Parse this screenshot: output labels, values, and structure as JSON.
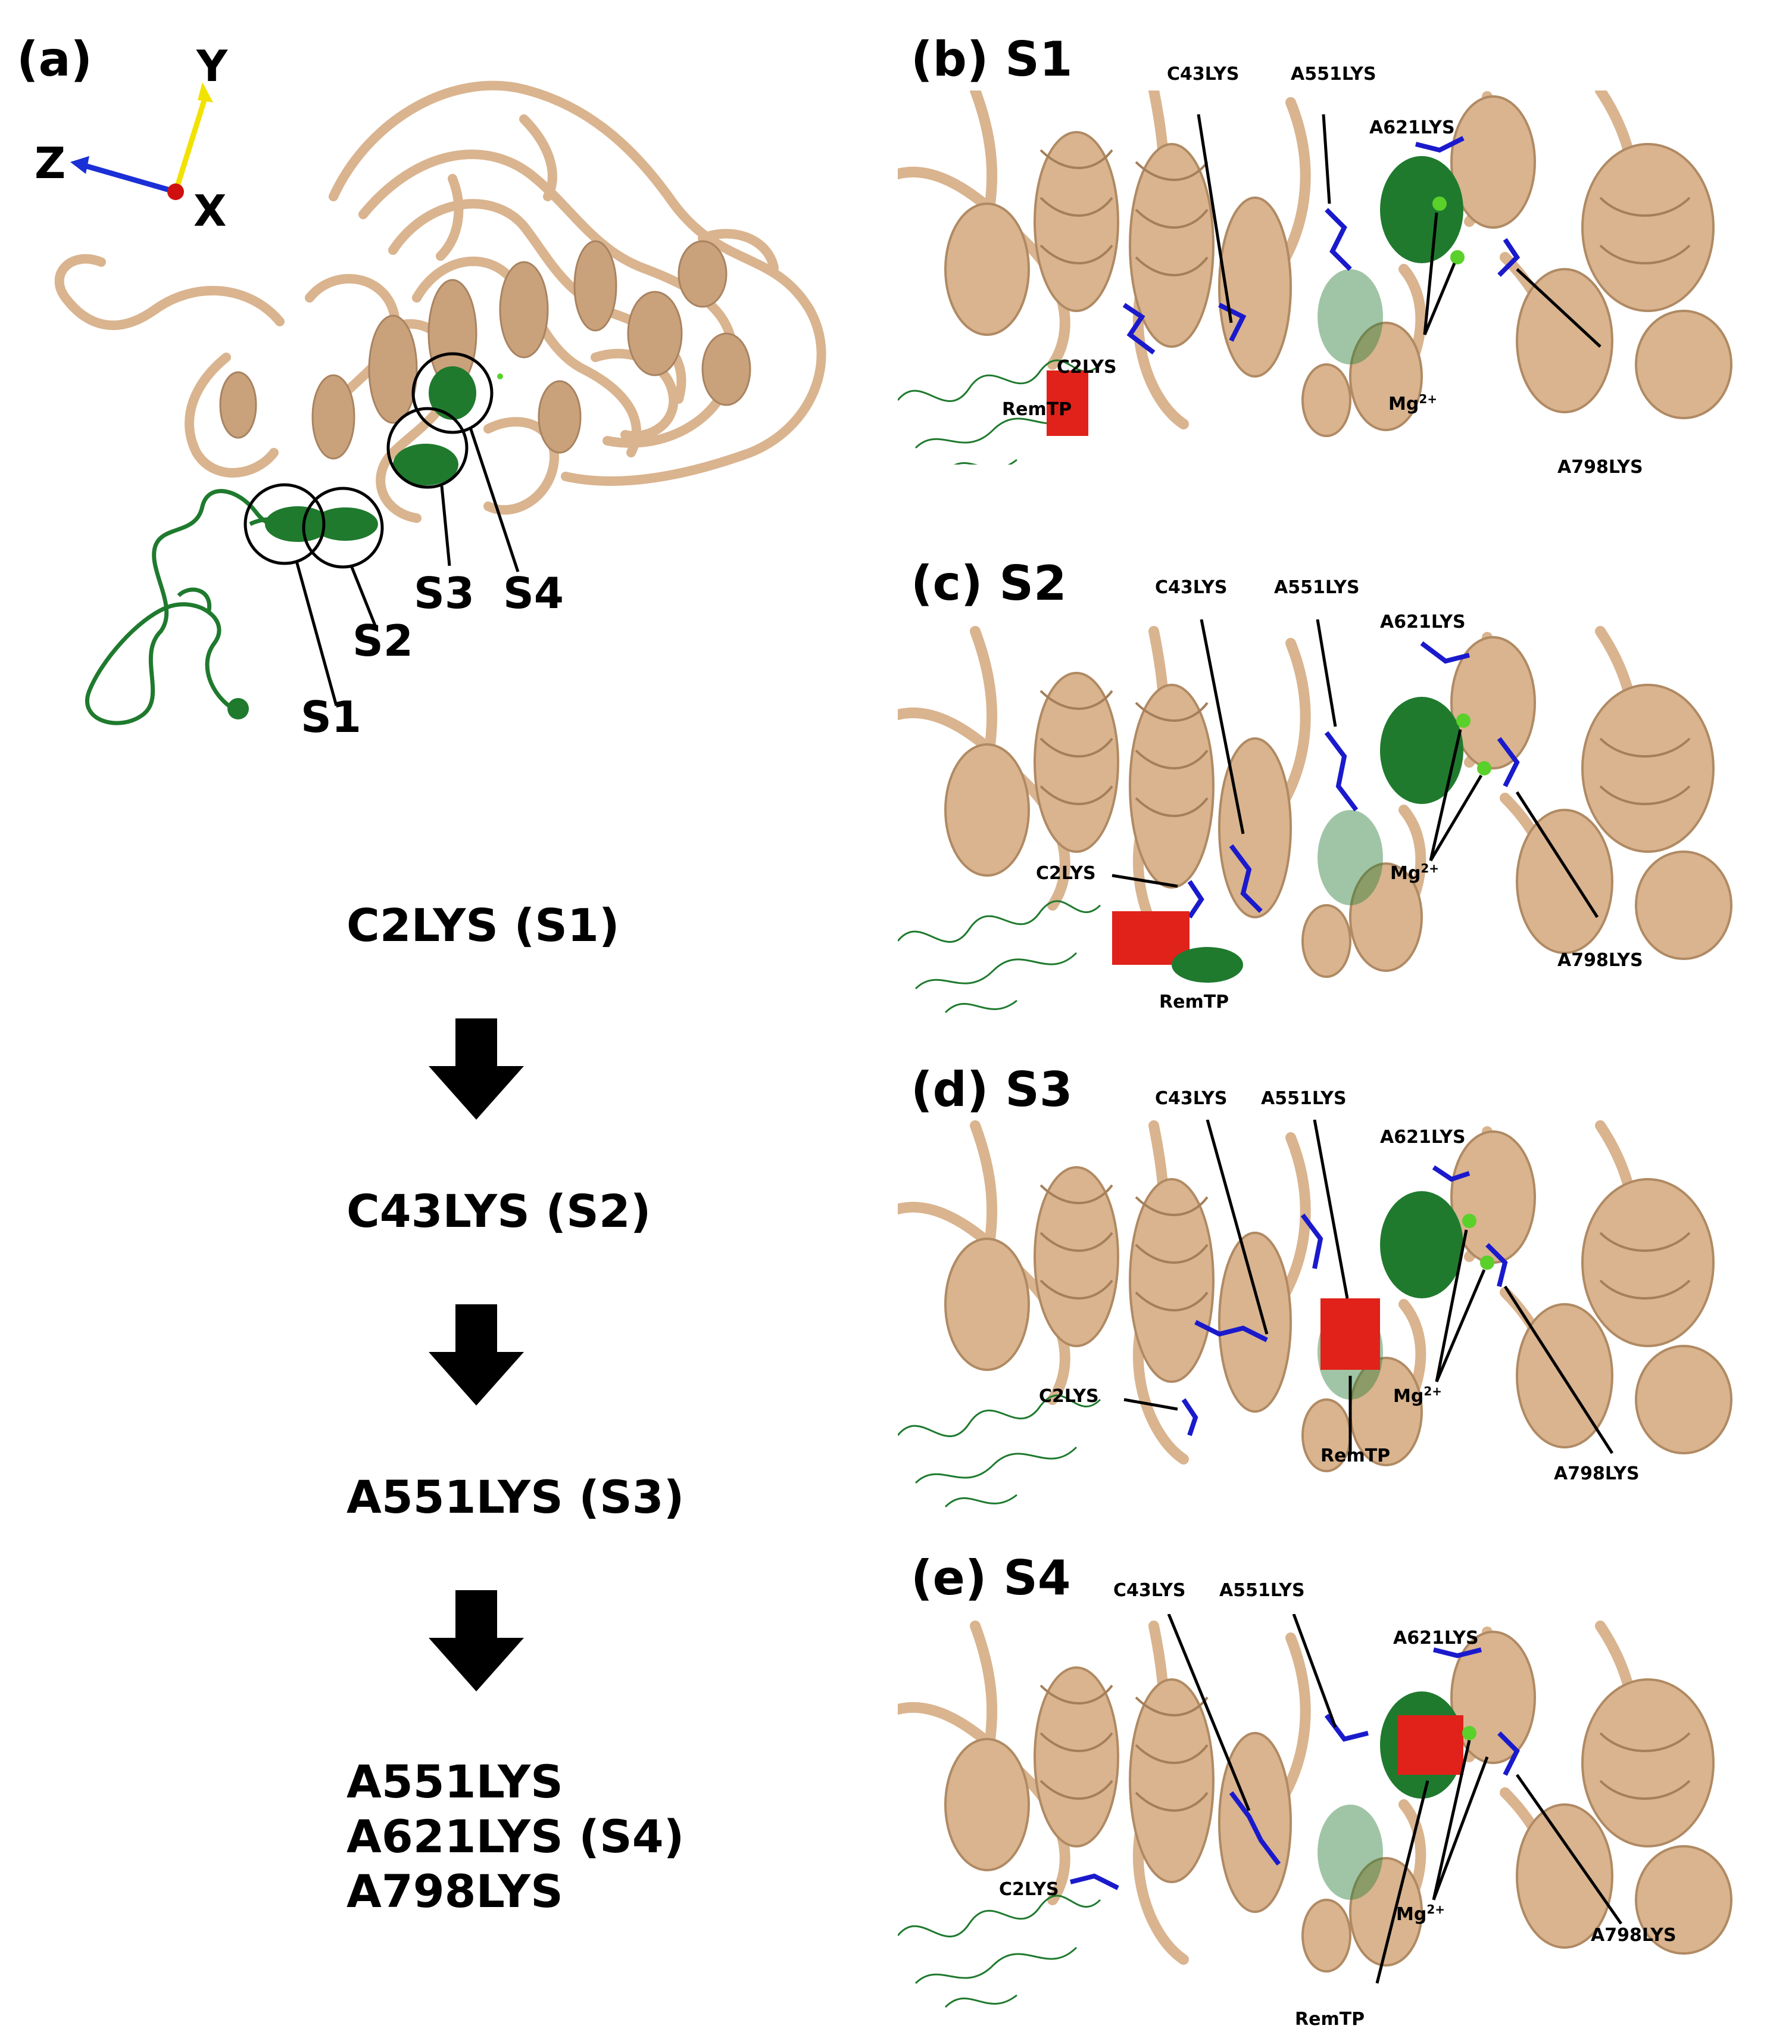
{
  "panel_a": {
    "label": "(a)",
    "axes": {
      "y": "Y",
      "z": "Z",
      "x": "X"
    },
    "sites": [
      "S1",
      "S2",
      "S3",
      "S4"
    ]
  },
  "flow": {
    "step1": "C2LYS (S1)",
    "step2": "C43LYS (S2)",
    "step3": "A551LYS (S3)",
    "step4_lines": [
      "A551LYS",
      "A621LYS (S4)",
      "A798LYS"
    ]
  },
  "panels": [
    {
      "label": "(b) S1",
      "c43": "C43LYS",
      "a551": "A551LYS",
      "a621": "A621LYS",
      "c2": "C2LYS",
      "remtp": "RemTP",
      "mg": "Mg",
      "mg_sup": "2+",
      "a798": "A798LYS"
    },
    {
      "label": "(c) S2",
      "c43": "C43LYS",
      "a551": "A551LYS",
      "a621": "A621LYS",
      "c2": "C2LYS",
      "remtp": "RemTP",
      "mg": "Mg",
      "mg_sup": "2+",
      "a798": "A798LYS"
    },
    {
      "label": "(d) S3",
      "c43": "C43LYS",
      "a551": "A551LYS",
      "a621": "A621LYS",
      "c2": "C2LYS",
      "remtp": "RemTP",
      "mg": "Mg",
      "mg_sup": "2+",
      "a798": "A798LYS"
    },
    {
      "label": "(e) S4",
      "c43": "C43LYS",
      "a551": "A551LYS",
      "a621": "A621LYS",
      "c2": "C2LYS",
      "remtp": "RemTP",
      "mg": "Mg",
      "mg_sup": "2+",
      "a798": "A798LYS"
    }
  ],
  "colors": {
    "protein": "#d9b48f",
    "protein_dark": "#b08a63",
    "trajectory": "#1f7a2e",
    "lysine": "#1a1acc",
    "remtp": "#e0221a",
    "mg": "#59d12a",
    "axis_y": "#f2e200",
    "axis_z": "#1a2fd6",
    "axis_x": "#d01010"
  }
}
